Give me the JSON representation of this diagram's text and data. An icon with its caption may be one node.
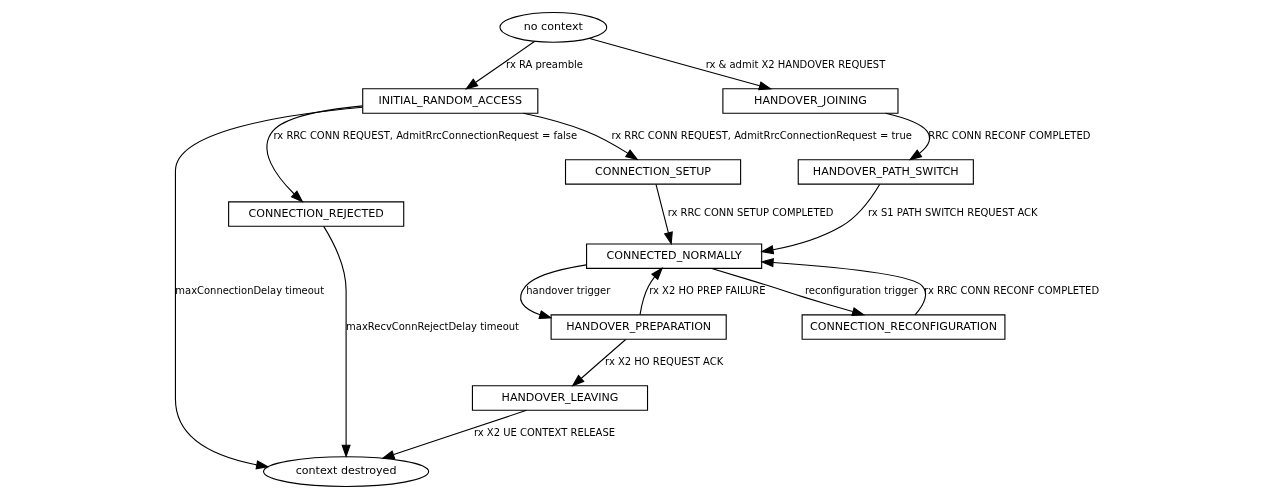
{
  "diagram": {
    "nodes": [
      {
        "text": [
          "no context"
        ]
      },
      {
        "text": [
          "INITIAL_RANDOM_ACCESS"
        ]
      },
      {
        "text": [
          "HANDOVER_JOINING"
        ]
      },
      {
        "text": [
          "CONNECTION_REJECTED"
        ]
      },
      {
        "text": [
          "CONNECTION_SETUP"
        ]
      },
      {
        "text": [
          "HANDOVER_PATH_SWITCH"
        ]
      },
      {
        "text": [
          "CONNECTED_NORMALLY"
        ]
      },
      {
        "text": [
          "HANDOVER_PREPARATION"
        ]
      },
      {
        "text": [
          "CONNECTION_RECONFIGURATION"
        ]
      },
      {
        "text": [
          "HANDOVER_LEAVING"
        ]
      },
      {
        "text": [
          "context destroyed"
        ]
      }
    ],
    "edges": [
      {
        "from": 0,
        "to": 1,
        "arrow": "to",
        "label": "rx RA preamble"
      },
      {
        "from": 0,
        "to": 2,
        "arrow": "to",
        "label": "rx & admit X2 HANDOVER REQUEST"
      },
      {
        "from": 1,
        "to": 3,
        "arrow": "to",
        "label": "rx RRC CONN REQUEST, AdmitRrcConnectionRequest = false"
      },
      {
        "from": 1,
        "to": 4,
        "arrow": "to",
        "label": "rx RRC CONN REQUEST, AdmitRrcConnectionRequest = true"
      },
      {
        "from": 1,
        "to": 10,
        "arrow": "to",
        "label": "maxConnectionDelay timeout"
      },
      {
        "from": 2,
        "to": 5,
        "arrow": "to",
        "label": "RRC CONN RECONF COMPLETED"
      },
      {
        "from": 4,
        "to": 6,
        "arrow": "to",
        "label": "rx RRC CONN SETUP COMPLETED"
      },
      {
        "from": 5,
        "to": 6,
        "arrow": "to",
        "label": "rx S1 PATH SWITCH REQUEST ACK"
      },
      {
        "from": 3,
        "to": 10,
        "arrow": "to",
        "label": "maxRecvConnRejectDelay timeout"
      },
      {
        "from": 6,
        "to": 7,
        "arrow": "to",
        "label": "handover trigger"
      },
      {
        "from": 7,
        "to": 6,
        "arrow": "to",
        "label": "rx X2 HO PREP FAILURE"
      },
      {
        "from": 6,
        "to": 8,
        "arrow": "to",
        "label": "reconfiguration trigger"
      },
      {
        "from": 8,
        "to": 6,
        "arrow": "to",
        "label": "rx RRC CONN RECONF COMPLETED"
      },
      {
        "from": 7,
        "to": 9,
        "arrow": "to",
        "label": "rx X2 HO REQUEST ACK"
      },
      {
        "from": 9,
        "to": 10,
        "arrow": "to",
        "label": "rx X2 UE CONTEXT RELEASE"
      }
    ]
  }
}
